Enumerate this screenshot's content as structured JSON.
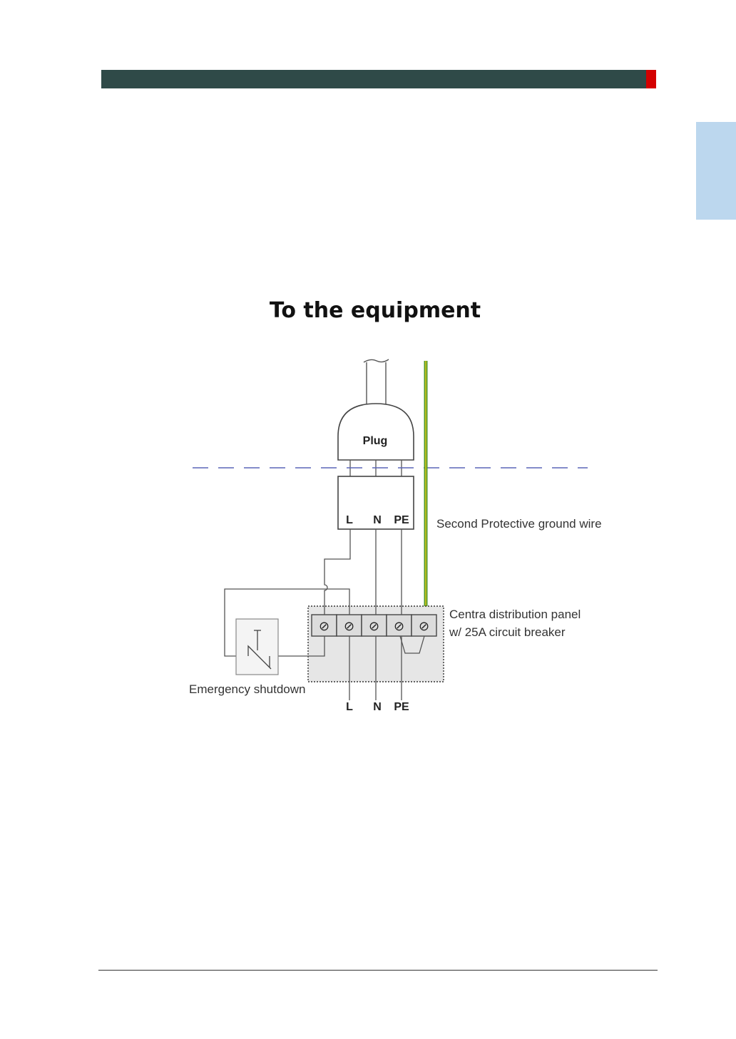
{
  "colors": {
    "header": "#2f4a48",
    "accent": "#d40000",
    "side_tab": "#bcd7ee",
    "ground_wire": "#4f9a2c"
  },
  "diagram": {
    "title": "To the equipment",
    "plug_label": "Plug",
    "terminal_labels": {
      "L": "L",
      "N": "N",
      "PE": "PE"
    },
    "ground_wire_label": "Second Protective ground wire",
    "panel_label_line1": "Centra distribution panel",
    "panel_label_line2": "w/ 25A circuit breaker",
    "emergency_label": "Emergency shutdown",
    "bottom_labels": {
      "L": "L",
      "N": "N",
      "PE": "PE"
    },
    "screw_symbol": "⊘"
  }
}
